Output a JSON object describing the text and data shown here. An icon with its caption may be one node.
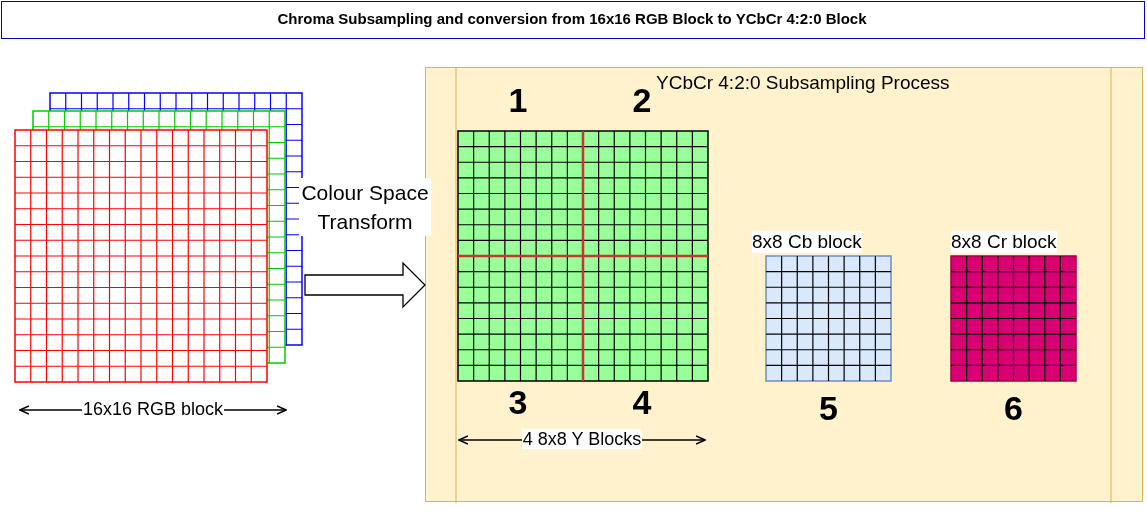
{
  "diagram": {
    "title": "Chroma Subsampling and conversion from 16x16 RGB Block to YCbCr 4:2:0 Block",
    "nodes": [
      {
        "text": [
          "YCbCr 4:2:0  Subsampling Process"
        ]
      },
      {
        "text": [],
        "shape": "box"
      },
      {
        "text": [],
        "shape": "box",
        "beside": [
          "1",
          "2",
          "3",
          "4"
        ],
        "in": 0
      },
      {
        "text": [
          "8x8 Cb block"
        ],
        "beside": [
          "5"
        ],
        "in": 0
      },
      {
        "text": [
          "8x8 Cr block"
        ],
        "beside": [
          "6"
        ],
        "in": 0
      }
    ],
    "edges": [
      {
        "from": 1,
        "to": 0,
        "arrow": "to",
        "label": "Colour Space Transform"
      }
    ],
    "labels": [
      "16x16 RGB block",
      "4 8x8 Y Blocks"
    ]
  }
}
